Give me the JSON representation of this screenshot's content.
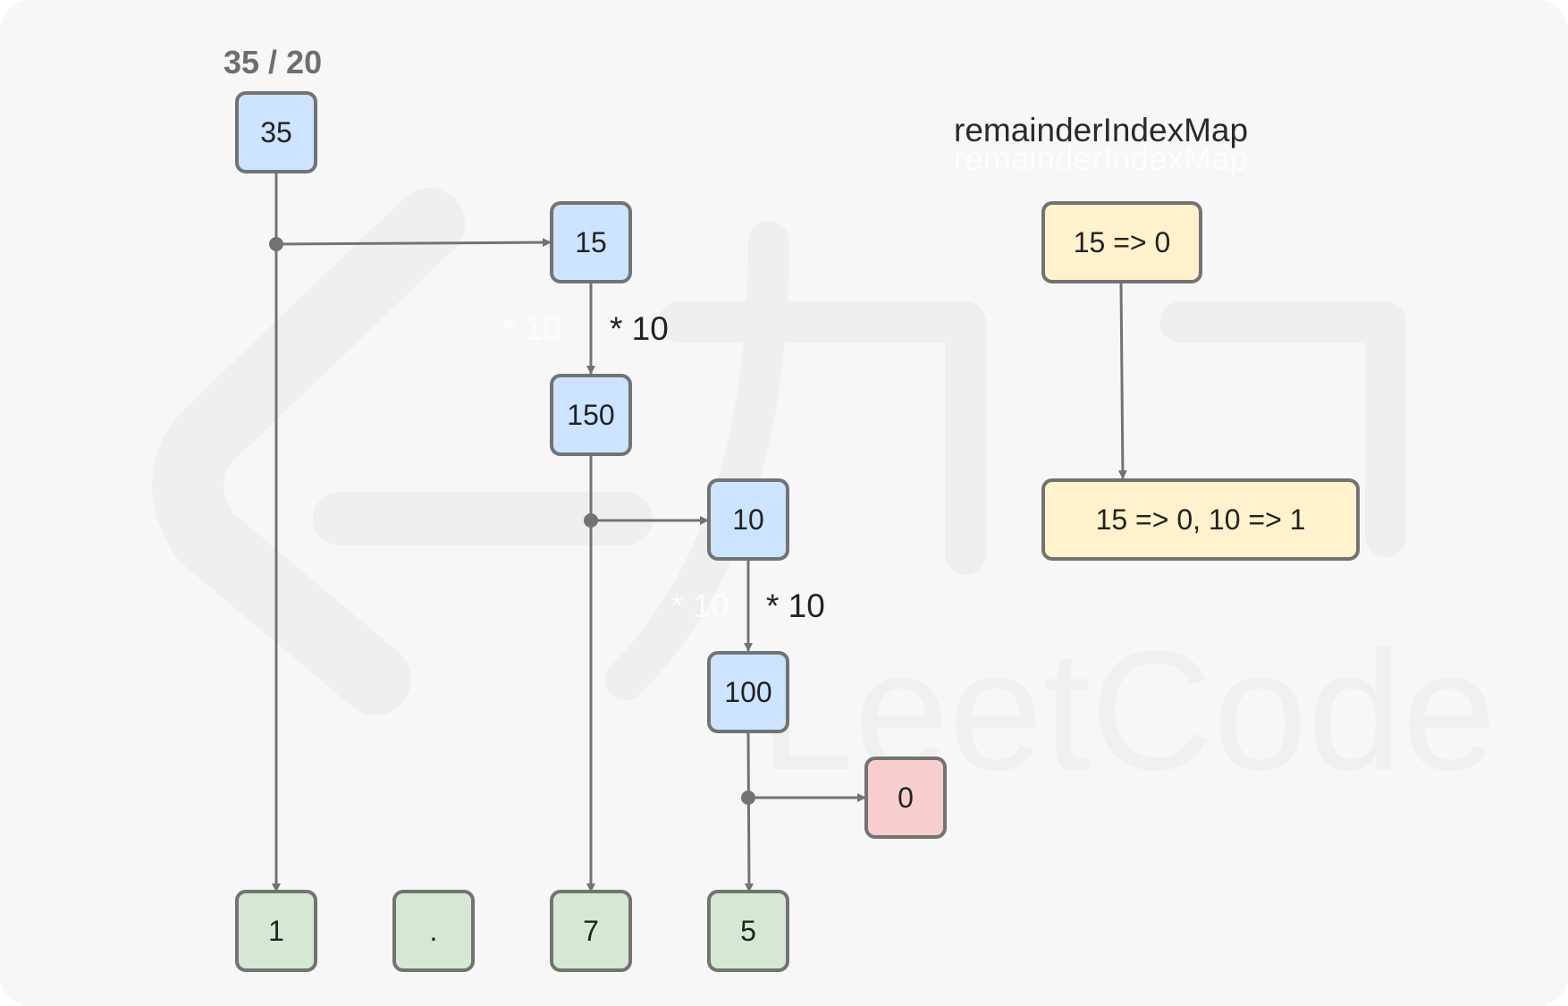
{
  "title": "35 / 20",
  "map_title": "remainderIndexMap",
  "watermark": {
    "brand_text": "LeetCode"
  },
  "colors": {
    "background": "#f7f7f7",
    "border": "#737373",
    "arrow": "#737373",
    "remainder_fill": "#cce4ff",
    "digit_fill": "#d5e8d4",
    "terminal_fill": "#f8cecc",
    "map_fill": "#fff2cc"
  },
  "nodes": {
    "dividend": "35",
    "rem_1": "15",
    "rem_1_times_10": "150",
    "rem_2": "10",
    "rem_2_times_10": "100",
    "rem_final": "0",
    "digit_1": "1",
    "decimal_point": ".",
    "digit_7": "7",
    "digit_5": "5"
  },
  "edge_labels": {
    "multiply_1": "* 10",
    "multiply_2": "* 10"
  },
  "map_states": {
    "state_1": "15 => 0",
    "state_2": "15 => 0, 10 => 1"
  }
}
